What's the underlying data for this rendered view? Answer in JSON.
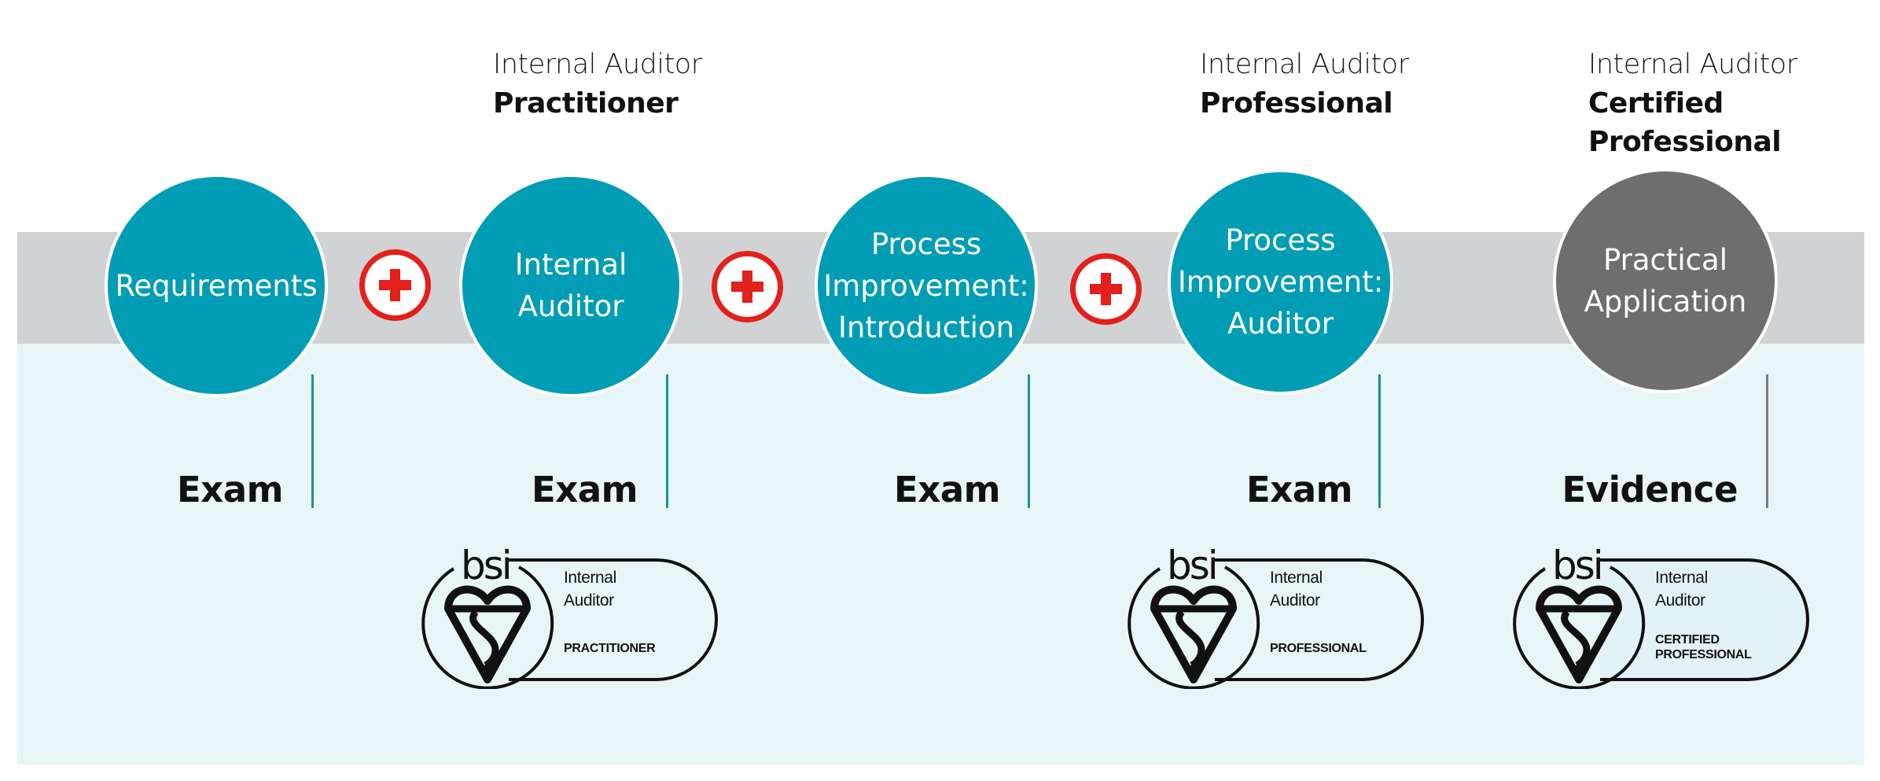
{
  "colors": {
    "teal": "#009db4",
    "gray_step": "#6e6e6e",
    "band_gray": "#d0d2d3",
    "band_light": "#e7f5f6",
    "plus_red": "#e3201b"
  },
  "headings": [
    {
      "line1": "Internal Auditor",
      "line2": "Practitioner"
    },
    {
      "line1": "Internal Auditor",
      "line2": "Professional"
    },
    {
      "line1": "Internal Auditor",
      "line2": "Certified\nProfessional"
    }
  ],
  "steps": [
    {
      "label": "Requirements",
      "style": "teal"
    },
    {
      "label": "Internal\nAuditor",
      "style": "teal"
    },
    {
      "label": "Process\nImprovement:\nIntroduction",
      "style": "teal"
    },
    {
      "label": "Process\nImprovement:\nAuditor",
      "style": "teal"
    },
    {
      "label": "Practical\nApplication",
      "style": "gray"
    }
  ],
  "connector_icon": "plus-icon",
  "assessments": [
    "Exam",
    "Exam",
    "Exam",
    "Exam",
    "Evidence"
  ],
  "badges": [
    {
      "logo": "bsi",
      "name_line1": "Internal",
      "name_line2": "Auditor",
      "level": "PRACTITIONER"
    },
    {
      "logo": "bsi",
      "name_line1": "Internal",
      "name_line2": "Auditor",
      "level": "PROFESSIONAL"
    },
    {
      "logo": "bsi",
      "name_line1": "Internal",
      "name_line2": "Auditor",
      "level": "CERTIFIED\nPROFESSIONAL"
    }
  ]
}
